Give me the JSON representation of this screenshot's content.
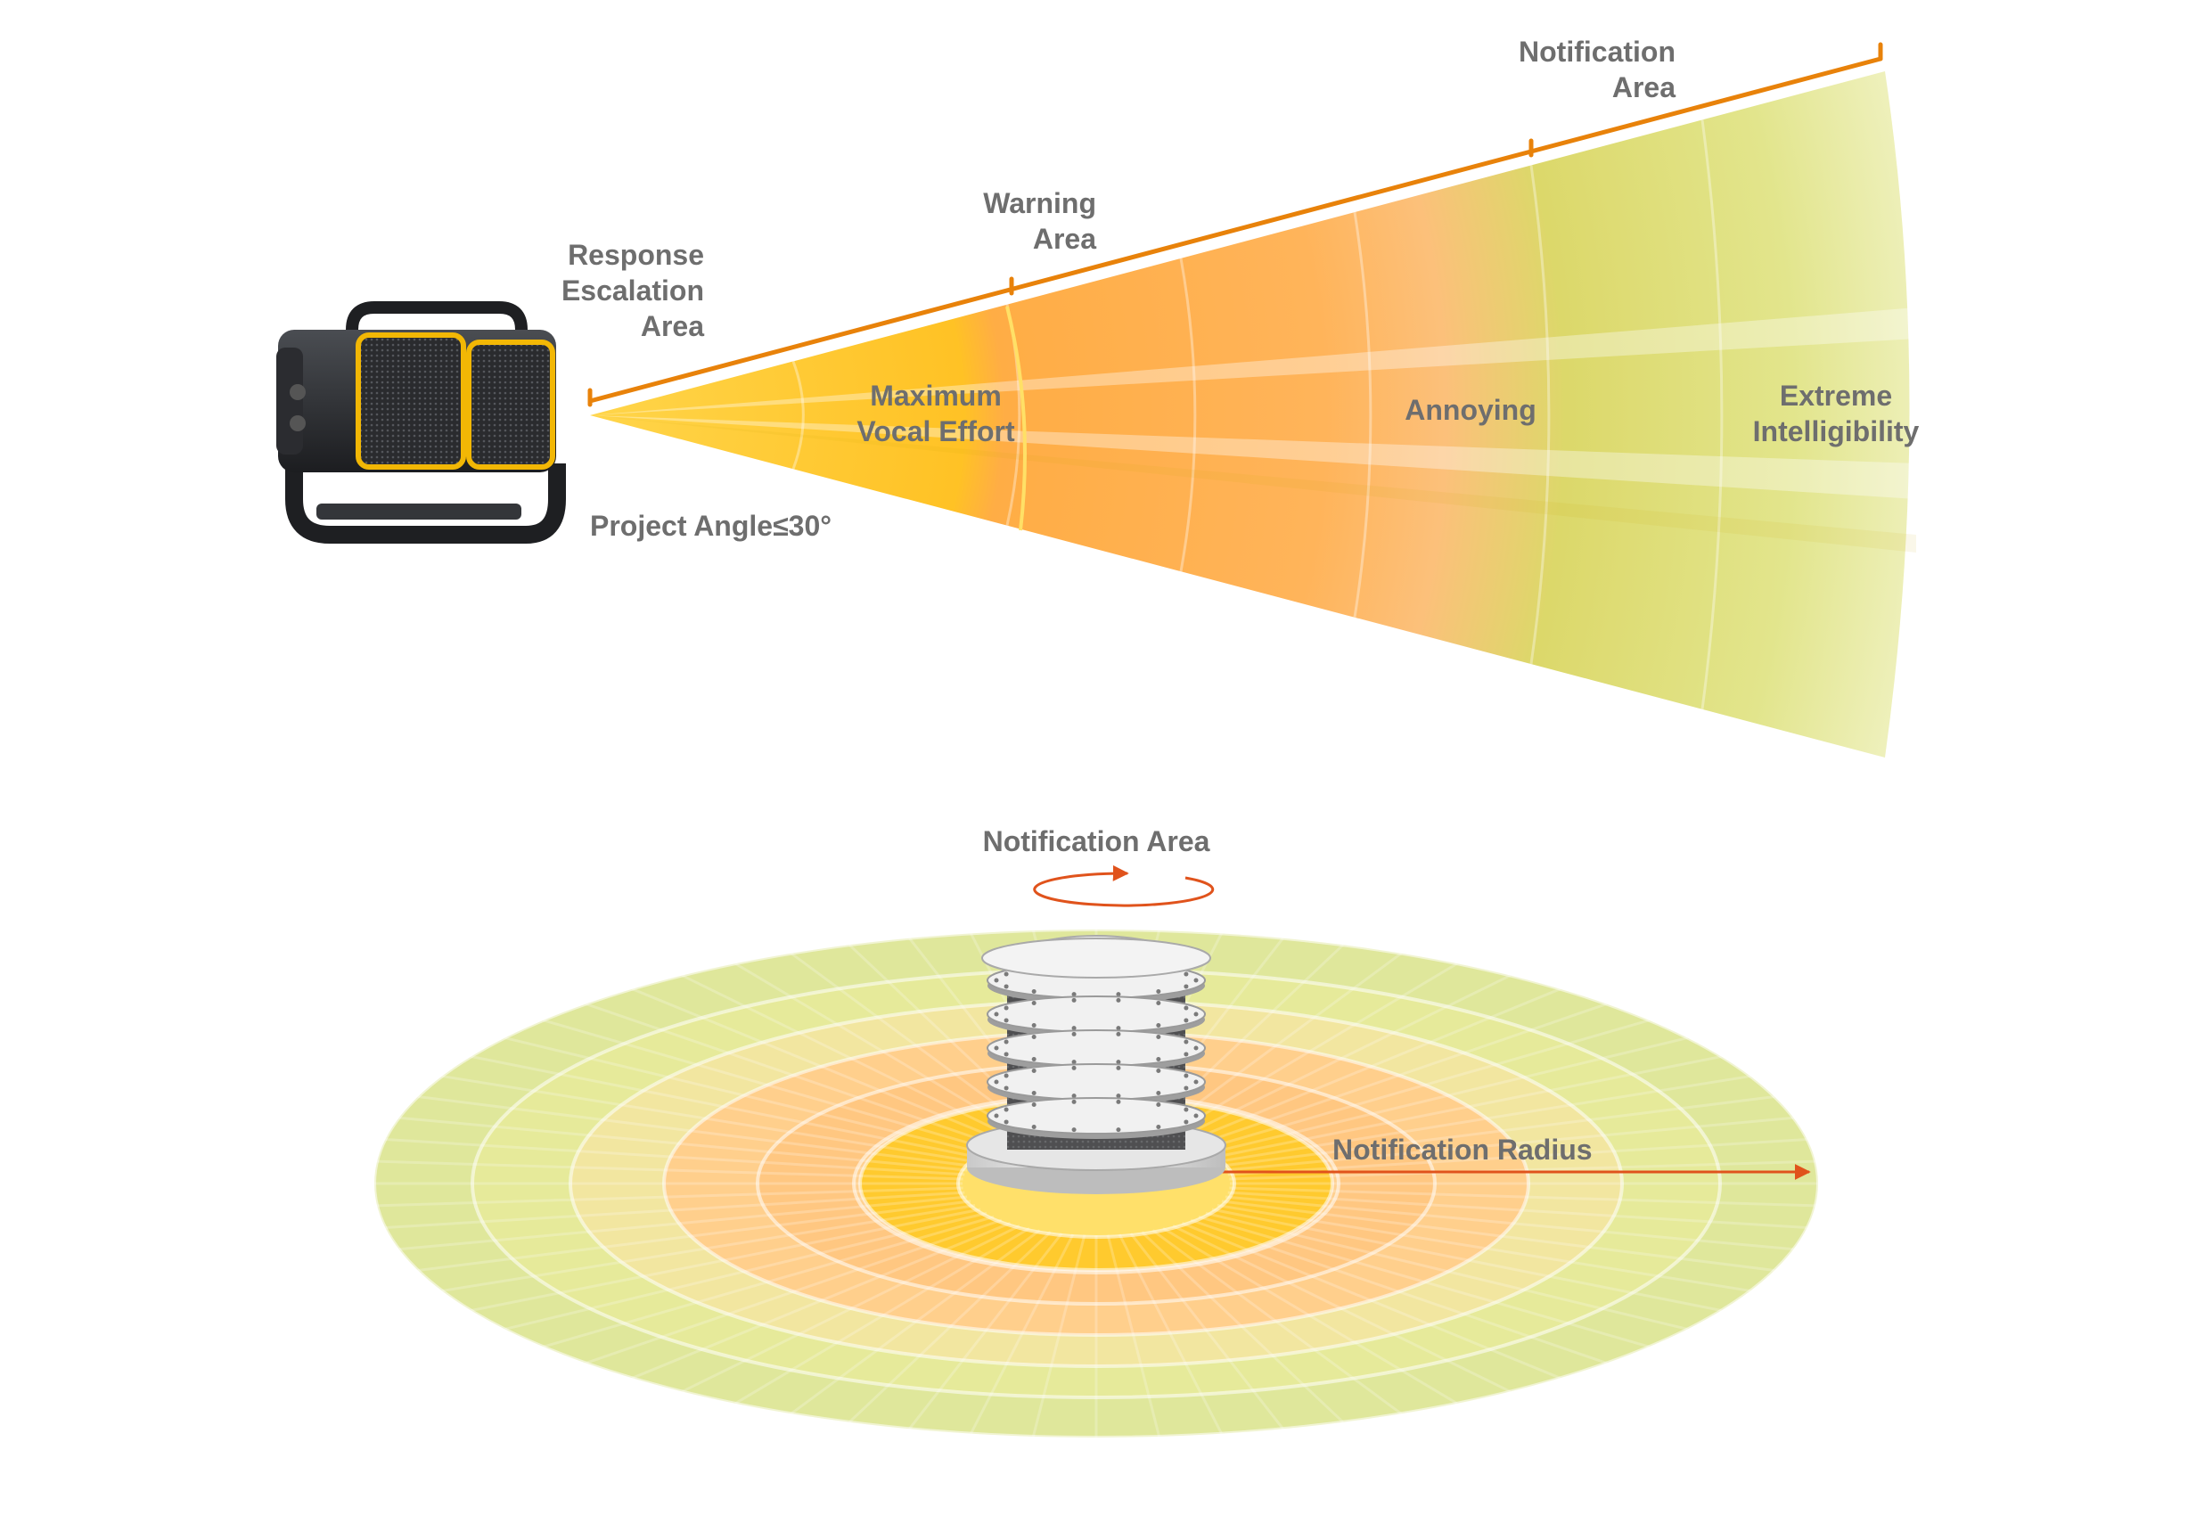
{
  "colors": {
    "leader": "#e8820a",
    "arrow": "#e0531c",
    "text": "#6e6e6e",
    "zone_yellow": "#ffc62a",
    "zone_orange": "#ffae45",
    "zone_green": "#d9e27a"
  },
  "directional": {
    "labels": {
      "response": [
        "Response",
        "Escalation",
        "Area"
      ],
      "warning": [
        "Warning",
        "Area"
      ],
      "notification": [
        "Notification",
        "Area"
      ],
      "max_vocal": [
        "Maximum",
        "Vocal Effort"
      ],
      "annoying": "Annoying",
      "extreme": [
        "Extreme",
        "Intelligibility"
      ],
      "angle": "Project Angle≤30°"
    },
    "device_icon": "directional-speaker-icon"
  },
  "omni": {
    "labels": {
      "area": "Notification Area",
      "radius": "Notification Radius"
    },
    "device_icon": "omnidirectional-siren-icon",
    "rotation_icon": "rotation-arrow-icon"
  }
}
